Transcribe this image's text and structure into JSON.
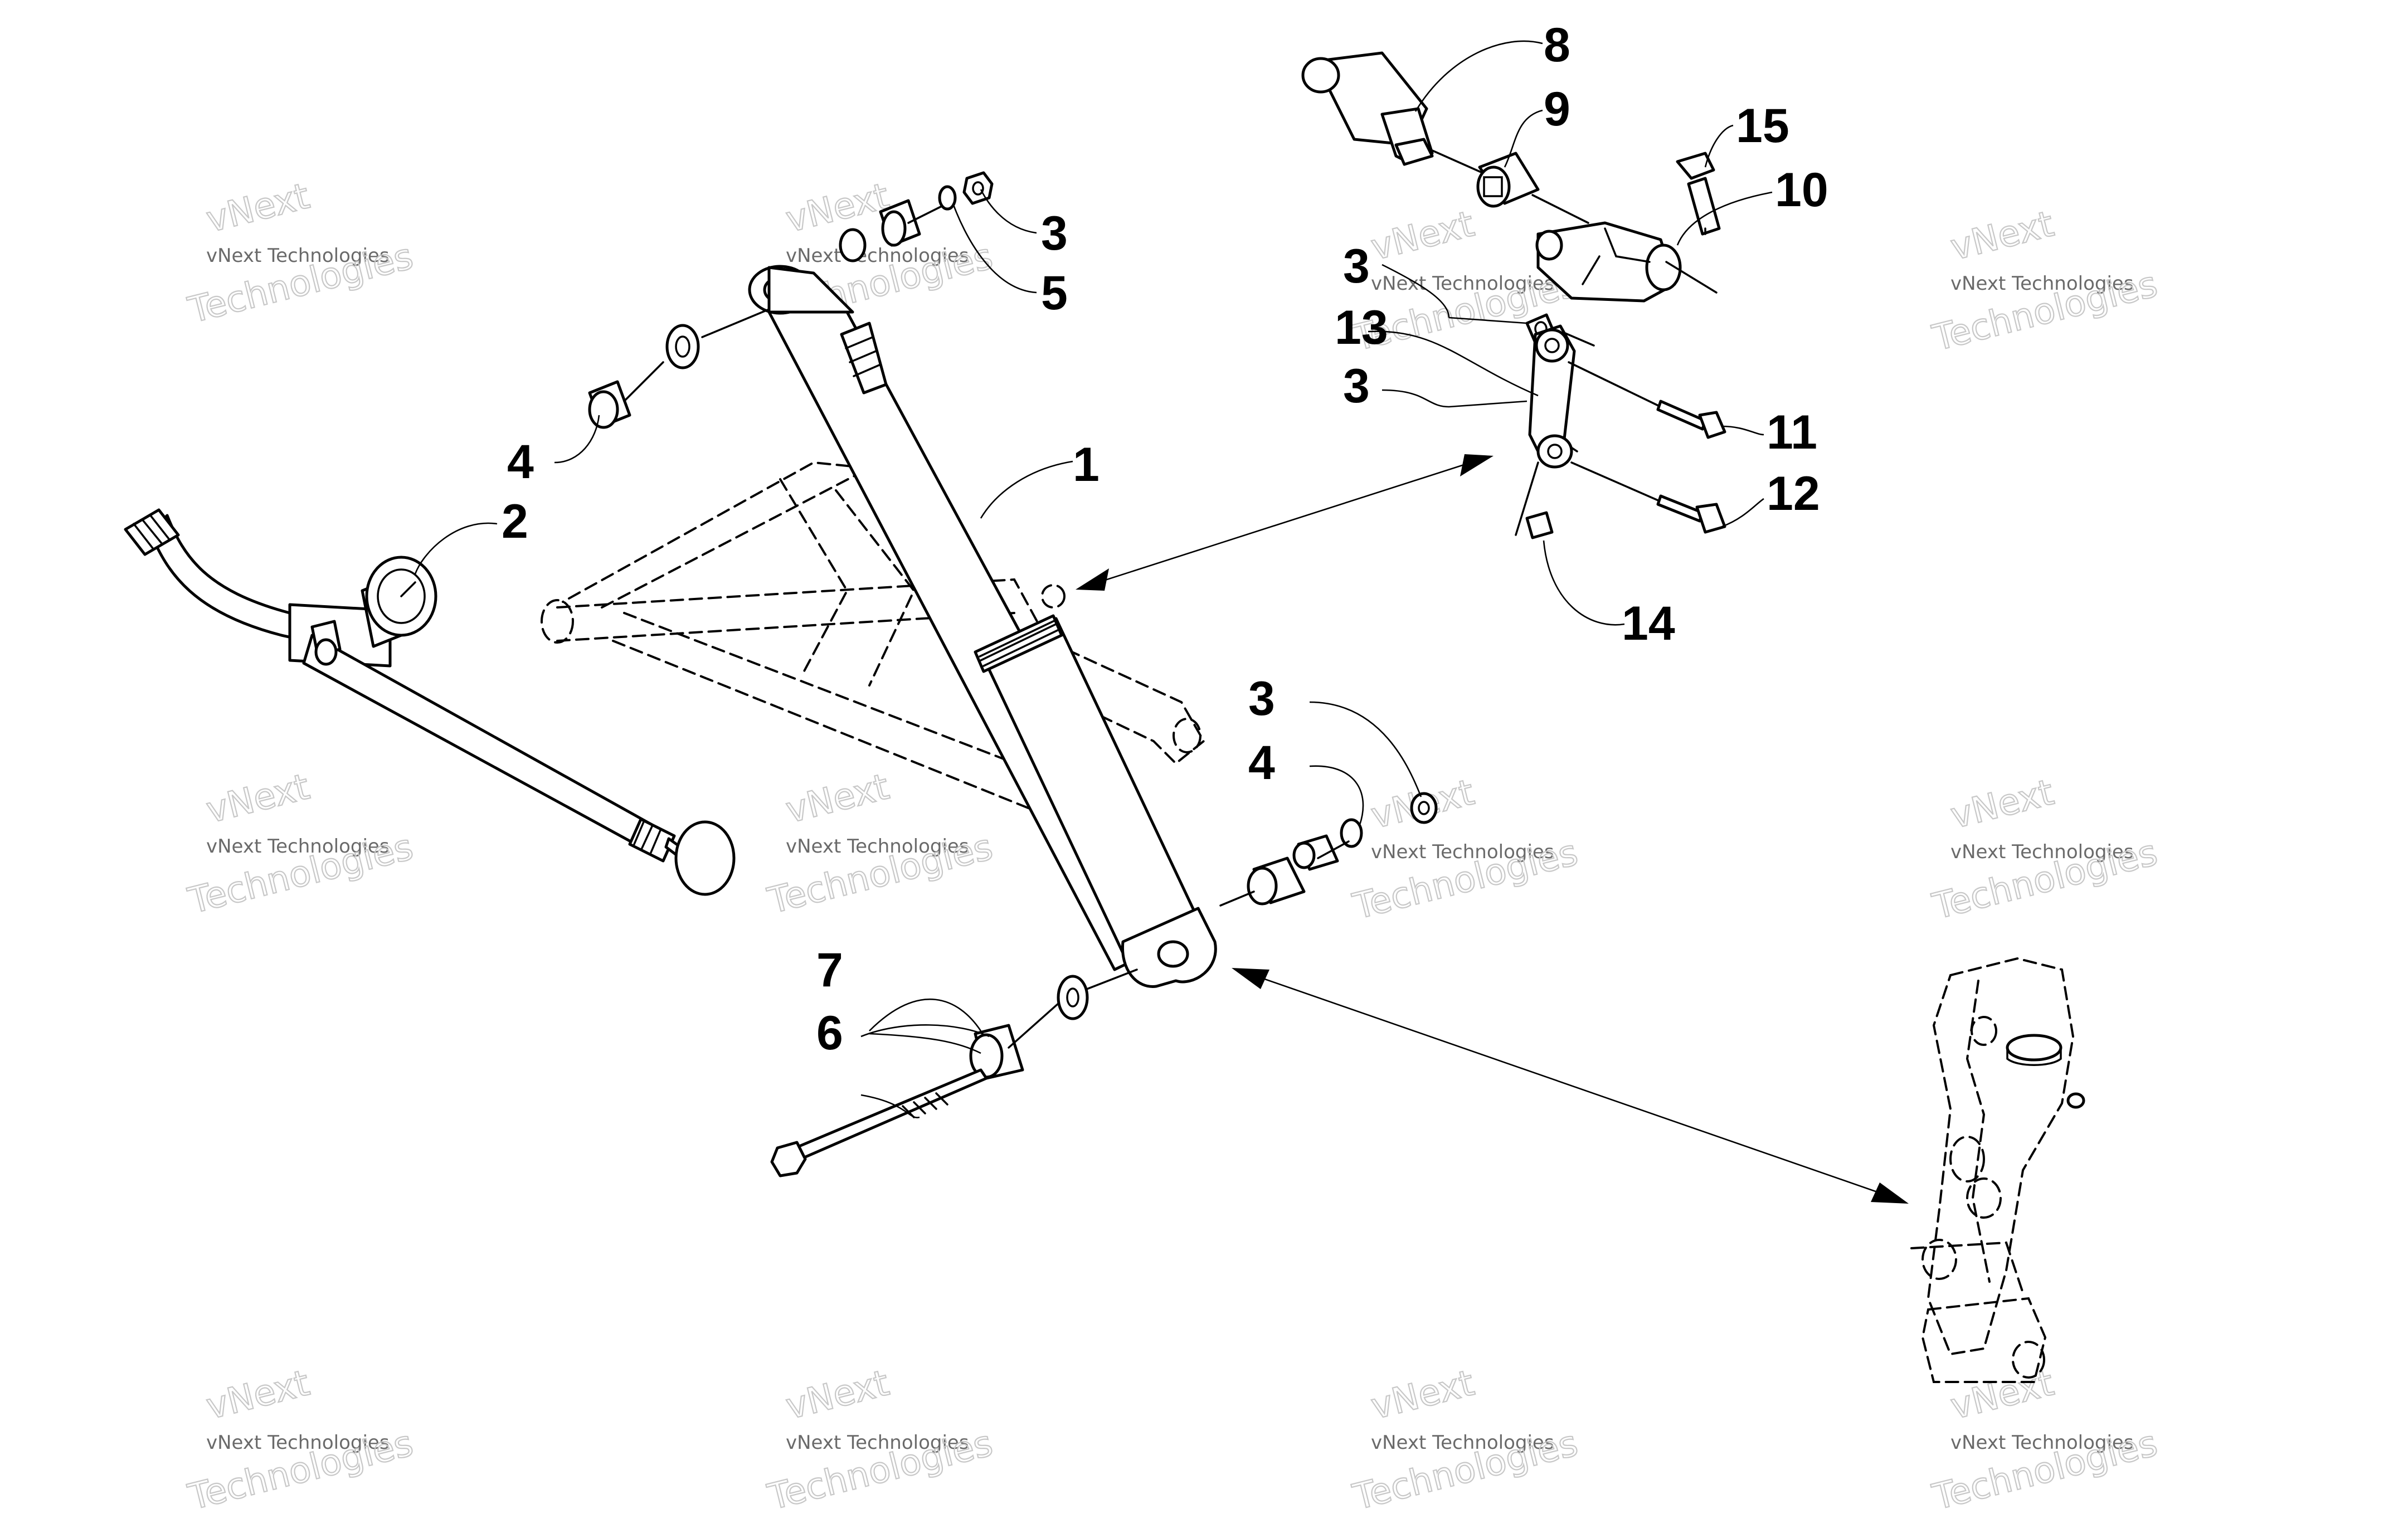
{
  "diagram": {
    "callouts": [
      "1",
      "2",
      "3",
      "4",
      "5",
      "6",
      "7",
      "8",
      "9",
      "10",
      "11",
      "12",
      "13",
      "14",
      "15"
    ],
    "watermark": {
      "line1": "vNext Technologies",
      "line2": "vNext",
      "line3": "Technologies"
    }
  }
}
